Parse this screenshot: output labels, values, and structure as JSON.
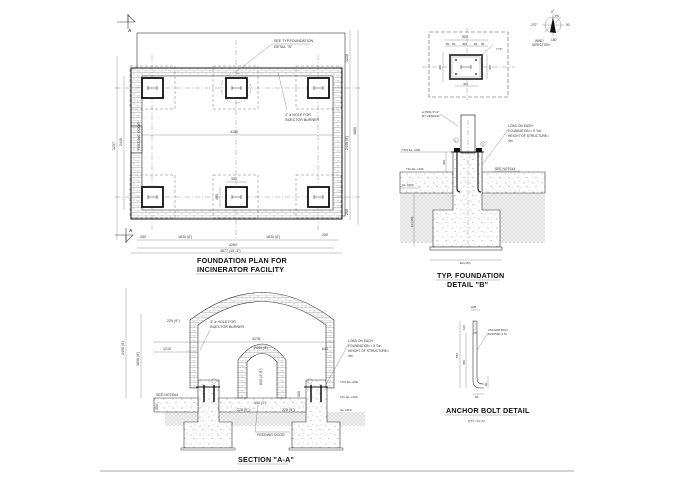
{
  "drawing": {
    "foundation_plan": {
      "title_line1": "FOUNDATION PLAN FOR",
      "title_line2": "INCINERATOR FACILITY",
      "section_marker_top": "A",
      "section_marker_bottom": "A",
      "callout_detail": "SEE TYP.FOUNDATION",
      "callout_detail_2": "DETAIL \"B\"",
      "callout_hole": "3\" ø HOLE FOR",
      "callout_hole_2": "INJECTOR BURNER",
      "feeding_door_label": "FEEDING DOOR",
      "dims": {
        "inner_width": "4180",
        "left_edge": "250",
        "span_left": "1830 (6')",
        "span_right": "1830 (6')",
        "right_edge": "250",
        "center_to_center": "4260",
        "overall": "4677 (15'-3\")",
        "height_inner": "2440 (8')",
        "height_left_outer": "3237",
        "height_left_inner": "2440",
        "right_top": "1220",
        "right_mid": "2440 (8')",
        "right_bottom": "250",
        "right_total": "4880",
        "pad_w": "300",
        "pad_h": "400"
      }
    },
    "foundation_detail": {
      "title_line1": "TYP. FOUNDATION",
      "title_line2": "DETAIL \"B\"",
      "dims_top": [
        "50",
        "50",
        "300",
        "50",
        "50"
      ],
      "dim_overall": "500",
      "dims_side": [
        "50",
        "50",
        "200",
        "50",
        "50"
      ],
      "dim_side_overall": "400",
      "dim_right": "300",
      "dim_bottom": "400",
      "typ_label": "TYP.",
      "pipe_label": "ø PIPE 3\"x2\"",
      "pipe_label_2": "BY VENDOR",
      "load_note": "LOAD ON EACH",
      "load_note_2": "FOUNDATION = 5 Ton",
      "load_note_3": "HEIGHT OF STRUCTURE=",
      "load_note_4": "4m",
      "see_note": "SEE NOTE#4",
      "tos_level": "TOS.EL.+600",
      "tfl_level": "TFL.EL.+300",
      "gl_level": "GL.±000",
      "depth_dim": "EF.(2M)",
      "width_dim": "EF.(2M)",
      "dim_300": "300",
      "marker_1": "1",
      "marker_2": "2"
    },
    "wind_rose": {
      "north": "0°",
      "pn": "PN",
      "east": "90",
      "south": "180°",
      "west": "270°",
      "label_1": "WIND",
      "label_2": "DIRECTION"
    },
    "section_aa": {
      "title": "SECTION \"A-A\"",
      "hole_note": "3\" ø HOLE FOR",
      "hole_note_2": "INJECTOR BURNER",
      "load_note": "LOAD ON EACH",
      "load_note_2": "FOUNDATION = 5 Ton",
      "load_note_3": "HEIGHT OF STRUCTURE=",
      "load_note_4": "4m",
      "see_note": "SEE NOTE#4",
      "feeding_door": "FEEDING DOOR",
      "tos_level": "TOS.EL.+600",
      "tfl_level": "TFL.EL.+300",
      "gl_level": "GL.±000",
      "dims": {
        "overall_height": "2400 (8')",
        "wall_height": "1830 (6')",
        "wall_thk": "229 (9\")",
        "inner_width": "4178",
        "left_offset": "1210",
        "door_width": "2440 (8')",
        "right_small": "610",
        "door_height": "840 (2'-9\")",
        "slab": "300",
        "pier": "300",
        "door_base": "610 (2')",
        "left_step": "228 (9\")",
        "right_step": "228 (9\")"
      }
    },
    "anchor_bolt": {
      "title": "ANCHOR BOLT DETAIL",
      "qty": "QTY.- 24 (X)",
      "dia": "ø25",
      "callout": "ANCHOR BOLT",
      "callout_2": "M20X500 (4 N)",
      "dim_total": "550",
      "dim_upper": "100",
      "dim_lower": "450",
      "dim_hook": "80",
      "dim_base": "50"
    }
  }
}
